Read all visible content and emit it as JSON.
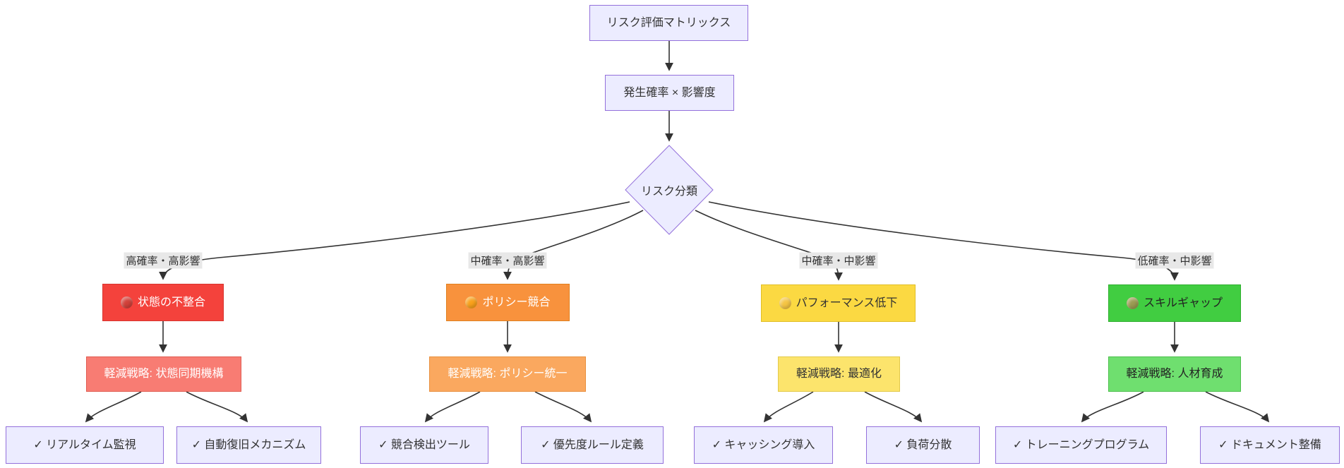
{
  "diagram": {
    "title": "リスク評価マトリックス",
    "background": "#ffffff",
    "edge_color": "#333333",
    "edge_label_bg": "#e8e8e8",
    "default_node": {
      "fill": "#ECECFF",
      "border": "#9370DB",
      "text_color": "#333333"
    },
    "root": {
      "label": "リスク評価マトリックス"
    },
    "formula": {
      "label": "発生確率 × 影響度"
    },
    "decision": {
      "label": "リスク分類"
    },
    "branches": [
      {
        "edge_label": "高確率・高影響",
        "risk": {
          "label": "状態の不整合",
          "icon": "red-circle",
          "icon_color": "#d2413a",
          "fill": "#f4423c",
          "border": "#d8352f",
          "text_color": "#ffffff"
        },
        "mitigation": {
          "label": "軽減戦略: 状態同期機構",
          "fill": "#f87c73",
          "border": "#e05d52",
          "text_color": "#ffffff"
        },
        "actions": [
          "✓ リアルタイム監視",
          "✓ 自動復旧メカニズム"
        ]
      },
      {
        "edge_label": "中確率・高影響",
        "risk": {
          "label": "ポリシー競合",
          "icon": "orange-circle",
          "icon_color": "#f9a11b",
          "fill": "#f8923d",
          "border": "#e0801f",
          "text_color": "#ffffff"
        },
        "mitigation": {
          "label": "軽減戦略: ポリシー統一",
          "fill": "#faa85f",
          "border": "#e8903f",
          "text_color": "#ffffff"
        },
        "actions": [
          "✓ 競合検出ツール",
          "✓ 優先度ルール定義"
        ]
      },
      {
        "edge_label": "中確率・中影響",
        "risk": {
          "label": "パフォーマンス低下",
          "icon": "yellow-circle",
          "icon_color": "#f5c544",
          "fill": "#fbd942",
          "border": "#e0be25",
          "text_color": "#333333"
        },
        "mitigation": {
          "label": "軽減戦略: 最適化",
          "fill": "#fce46c",
          "border": "#e3c94a",
          "text_color": "#333333"
        },
        "actions": [
          "✓ キャッシング導入",
          "✓ 負荷分散"
        ]
      },
      {
        "edge_label": "低確率・中影響",
        "risk": {
          "label": "スキルギャップ",
          "icon": "olive-circle",
          "icon_color": "#9b9b52",
          "fill": "#41cd41",
          "border": "#2eaf2e",
          "text_color": "#222222"
        },
        "mitigation": {
          "label": "軽減戦略: 人材育成",
          "fill": "#6fdf6f",
          "border": "#4cbf4c",
          "text_color": "#222222"
        },
        "actions": [
          "✓ トレーニングプログラム",
          "✓ ドキュメント整備"
        ]
      }
    ]
  }
}
